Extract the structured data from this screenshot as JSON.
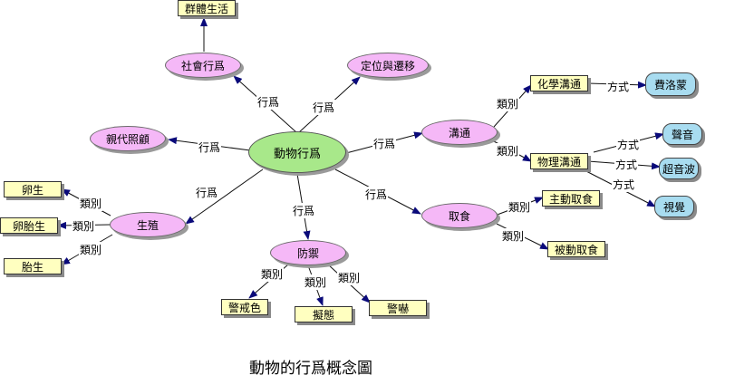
{
  "nodes": {
    "center": "動物行爲",
    "social": "社會行爲",
    "group_life": "群體生活",
    "navigation": "定位與遷移",
    "parental": "親代照顧",
    "communication": "溝通",
    "chemical": "化學溝通",
    "pheromone": "費洛蒙",
    "physical": "物理溝通",
    "sound": "聲音",
    "ultrasound": "超音波",
    "vision": "視覺",
    "feeding": "取食",
    "active_feeding": "主動取食",
    "passive_feeding": "被動取食",
    "defense": "防禦",
    "warning_color": "警戒色",
    "mimicry": "擬態",
    "alarm_call": "警嚇",
    "reproduction": "生殖",
    "oviparous": "卵生",
    "ovoviviparous": "卵胎生",
    "viviparous": "胎生"
  },
  "labels": {
    "behavior": "行爲",
    "category": "類別",
    "method": "方式"
  },
  "caption": "動物的行爲概念圖"
}
